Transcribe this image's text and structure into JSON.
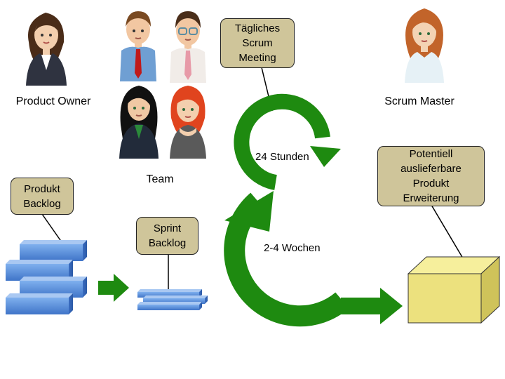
{
  "roles": {
    "product_owner": "Product Owner",
    "team": "Team",
    "scrum_master": "Scrum Master"
  },
  "callouts": {
    "daily_meeting": [
      "Tägliches",
      "Scrum",
      "Meeting"
    ],
    "product_backlog": [
      "Produkt",
      "Backlog"
    ],
    "sprint_backlog": [
      "Sprint",
      "Backlog"
    ],
    "increment": [
      "Potentiell",
      "auslieferbare",
      "Produkt",
      "Erweiterung"
    ]
  },
  "cycle_labels": {
    "daily": "24 Stunden",
    "sprint": "2-4 Wochen"
  },
  "colors": {
    "cycle_arrow": "#1e8a10",
    "callout_fill": "#cfc59a",
    "backlog_block": "#4f86d6",
    "increment_box": "#ece17e"
  },
  "icons": [
    "product-owner-avatar",
    "team-member-avatar",
    "scrum-master-avatar",
    "arrow-right-icon",
    "cycle-arrow-icon"
  ]
}
